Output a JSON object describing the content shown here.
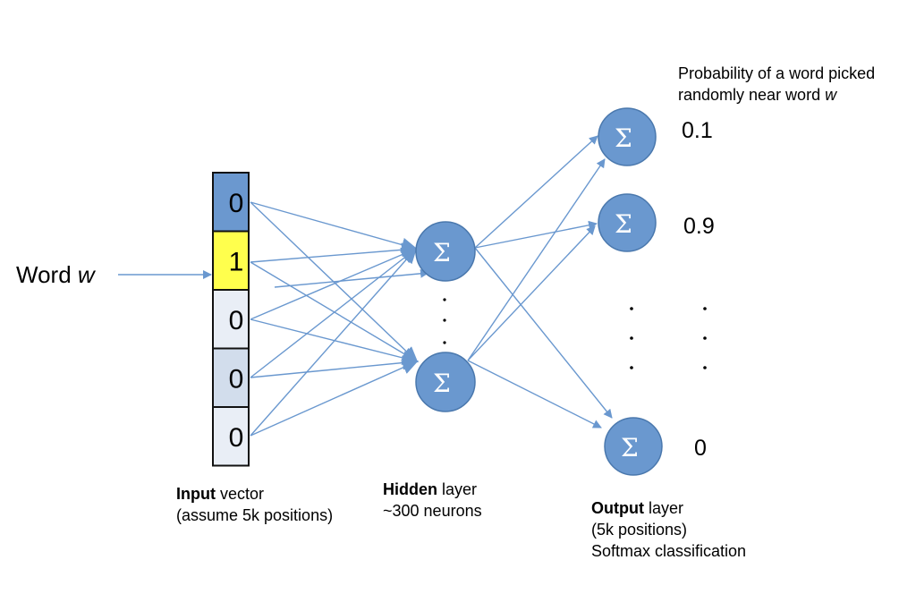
{
  "input_word_label": {
    "text": "Word ",
    "var": "w"
  },
  "input_vector": {
    "cells": [
      {
        "value": "0",
        "color": "#6b98cf"
      },
      {
        "value": "1",
        "color": "#ffff4d"
      },
      {
        "value": "0",
        "color": "#e9eef6"
      },
      {
        "value": "0",
        "color": "#d2ddec"
      },
      {
        "value": "0",
        "color": "#e9eef6"
      }
    ],
    "caption_bold": "Input",
    "caption_rest": " vector",
    "caption_line2": "(assume 5k positions)"
  },
  "hidden_layer": {
    "neuron_symbol": "Σ",
    "neuron_count_shown": 2,
    "caption_bold": "Hidden",
    "caption_rest": " layer",
    "caption_line2": "~300 neurons"
  },
  "output_layer": {
    "neuron_symbol": "Σ",
    "neurons_shown": 3,
    "caption_bold": "Output",
    "caption_rest": " layer",
    "caption_line2": "(5k positions)",
    "caption_line3": "Softmax classification",
    "probability_title_line1": "Probability of a word picked",
    "probability_title_line2": "randomly near word ",
    "probability_title_var": "w",
    "probabilities": [
      "0.1",
      "0.9",
      "0"
    ]
  },
  "colors": {
    "neuron_fill": "#6a98cf",
    "neuron_stroke": "#4a78ad",
    "edge": "#6a98cf"
  }
}
